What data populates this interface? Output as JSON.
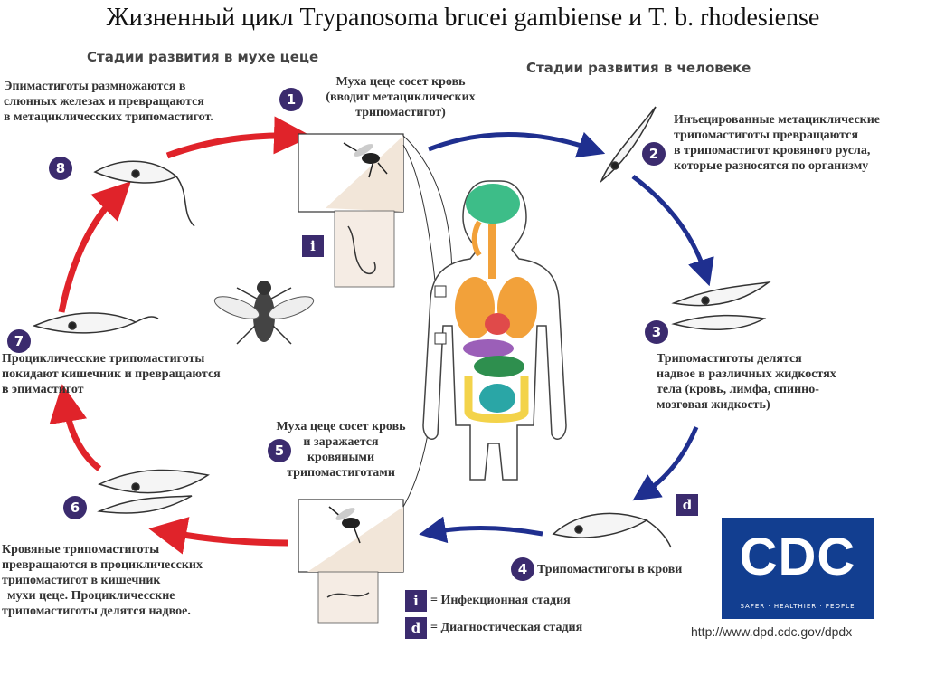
{
  "title": "Жизненный цикл Trypanosoma brucei gambiense и T. b. rhodesiense",
  "headers": {
    "fly": "Стадии развития в мухе цеце",
    "human": "Стадии развития в человеке"
  },
  "stages": {
    "s1": {
      "num": "1",
      "text": [
        "Муха цеце сосет кровь",
        "(вводит метациклических",
        "трипомастигот)"
      ]
    },
    "s2": {
      "num": "2",
      "text": [
        "Инъецированные метациклические",
        "трипомастиготы превращаются",
        "в трипомастигот кровяного русла,",
        "которые разносятся по организму"
      ]
    },
    "s3": {
      "num": "3",
      "text": [
        "Трипомастиготы делятся",
        "надвое в различных жидкостях",
        "тела (кровь, лимфа, спинно-",
        "мозговая жидкость)"
      ]
    },
    "s4": {
      "num": "4",
      "text": [
        "Трипомастиготы в крови"
      ]
    },
    "s5": {
      "num": "5",
      "text": [
        "Муха цеце сосет кровь",
        "и заражается",
        "кровяными",
        "трипомастиготами"
      ]
    },
    "s6": {
      "num": "6",
      "text": [
        "Кровяные трипомастиготы",
        "превращаются в процикличесских",
        "трипомастигот в кишечник",
        "мухи цеце. Процикличесские",
        "трипомастиготы делятся надвое."
      ]
    },
    "s7": {
      "num": "7",
      "text": [
        "Процикличесские трипомастиготы",
        "покидают кишечник и превращаются",
        "в эпимастигот"
      ]
    },
    "s8": {
      "num": "8",
      "text": [
        "Эпимастиготы размножаются в",
        "слюнных железах и превращаются",
        "в метацикличесских трипомастигот."
      ]
    }
  },
  "legend": {
    "infective": {
      "symbol": "i",
      "label": "= Инфекционная стадия"
    },
    "diagnostic": {
      "symbol": "d",
      "label": "= Диагностическая стадия"
    }
  },
  "markers": {
    "i": "i",
    "d": "d"
  },
  "cdc": {
    "logo": "CDC",
    "tagline": "SAFER · HEALTHIER · PEOPLE",
    "url": "http://www.dpd.cdc.gov/dpdx"
  },
  "colors": {
    "fly_arrow": "#e0232a",
    "human_arrow": "#1f2f8f",
    "badge": "#3b2b6e",
    "cdc_blue": "#123e90",
    "brain": "#3dbd88",
    "lungs": "#f2a13a",
    "heart": "#e04a4a",
    "liver": "#9b5fb8",
    "stomach": "#2e8f4e",
    "intestine": "#f3d34a",
    "small_intestine": "#2aa6a6"
  }
}
